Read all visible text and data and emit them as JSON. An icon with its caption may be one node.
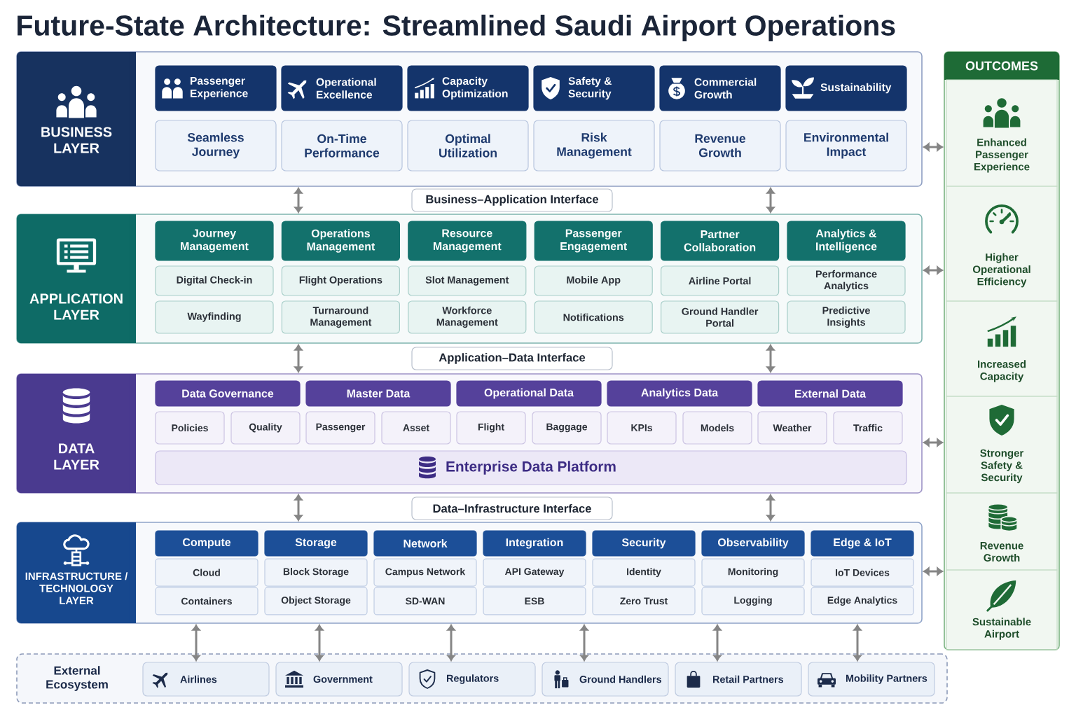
{
  "diagram": {
    "title": "Future-State Architecture: Streamlined Saudi Airport Operations",
    "nodes": [
      {
        "text": [
          "BUSINESS LAYER"
        ]
      },
      {
        "text": [
          "Passenger Experience"
        ],
        "in": 0
      },
      {
        "text": [
          "Operational Excellence"
        ],
        "in": 0
      },
      {
        "text": [
          "Capacity Optimization"
        ],
        "in": 0
      },
      {
        "text": [
          "Safety & Security"
        ],
        "in": 0
      },
      {
        "text": [
          "Commercial Growth"
        ],
        "in": 0
      },
      {
        "text": [
          "Sustainability"
        ],
        "in": 0
      },
      {
        "text": [
          "Seamless Journey"
        ],
        "in": 0
      },
      {
        "text": [
          "On-Time Performance"
        ],
        "in": 0
      },
      {
        "text": [
          "Optimal Utilization"
        ],
        "in": 0
      },
      {
        "text": [
          "Risk Management"
        ],
        "in": 0
      },
      {
        "text": [
          "Revenue Growth"
        ],
        "in": 0
      },
      {
        "text": [
          "Environmental Impact"
        ],
        "in": 0
      },
      {
        "text": [
          "Business–Application Interface"
        ]
      },
      {
        "text": [
          "APPLICATION LAYER"
        ]
      },
      {
        "text": [
          "Journey Management"
        ],
        "in": 14
      },
      {
        "text": [
          "Operations Management"
        ],
        "in": 14
      },
      {
        "text": [
          "Resource Management"
        ],
        "in": 14
      },
      {
        "text": [
          "Passenger Engagement"
        ],
        "in": 14
      },
      {
        "text": [
          "Partner Collaboration"
        ],
        "in": 14
      },
      {
        "text": [
          "Analytics & Intelligence"
        ],
        "in": 14
      },
      {
        "text": [
          "Digital Check-in"
        ],
        "in": 14
      },
      {
        "text": [
          "Flight Operations"
        ],
        "in": 14
      },
      {
        "text": [
          "Slot Management"
        ],
        "in": 14
      },
      {
        "text": [
          "Mobile App"
        ],
        "in": 14
      },
      {
        "text": [
          "Airline Portal"
        ],
        "in": 14
      },
      {
        "text": [
          "Performance Analytics"
        ],
        "in": 14
      },
      {
        "text": [
          "Wayfinding"
        ],
        "in": 14
      },
      {
        "text": [
          "Turnaround Management"
        ],
        "in": 14
      },
      {
        "text": [
          "Workforce Management"
        ],
        "in": 14
      },
      {
        "text": [
          "Notifications"
        ],
        "in": 14
      },
      {
        "text": [
          "Ground Handler Portal"
        ],
        "in": 14
      },
      {
        "text": [
          "Predictive Insights"
        ],
        "in": 14
      },
      {
        "text": [
          "Application–Data Interface"
        ]
      },
      {
        "text": [
          "DATA LAYER"
        ]
      },
      {
        "text": [
          "Data Governance"
        ],
        "in": 34
      },
      {
        "text": [
          "Master Data"
        ],
        "in": 34
      },
      {
        "text": [
          "Operational Data"
        ],
        "in": 34
      },
      {
        "text": [
          "Analytics Data"
        ],
        "in": 34
      },
      {
        "text": [
          "External Data"
        ],
        "in": 34
      },
      {
        "text": [
          "Policies"
        ],
        "in": 34
      },
      {
        "text": [
          "Quality"
        ],
        "in": 34
      },
      {
        "text": [
          "Passenger"
        ],
        "in": 34
      },
      {
        "text": [
          "Asset"
        ],
        "in": 34
      },
      {
        "text": [
          "Flight"
        ],
        "in": 34
      },
      {
        "text": [
          "Baggage"
        ],
        "in": 34
      },
      {
        "text": [
          "KPIs"
        ],
        "in": 34
      },
      {
        "text": [
          "Models"
        ],
        "in": 34
      },
      {
        "text": [
          "Weather"
        ],
        "in": 34
      },
      {
        "text": [
          "Traffic"
        ],
        "in": 34
      },
      {
        "text": [
          "Enterprise Data Platform"
        ],
        "in": 34
      },
      {
        "text": [
          "Data–Infrastructure Interface"
        ]
      },
      {
        "text": [
          "INFRASTRUCTURE / TECHNOLOGY LAYER"
        ]
      },
      {
        "text": [
          "Compute"
        ],
        "in": 52
      },
      {
        "text": [
          "Storage"
        ],
        "in": 52
      },
      {
        "text": [
          "Network"
        ],
        "in": 52
      },
      {
        "text": [
          "Integration"
        ],
        "in": 52
      },
      {
        "text": [
          "Security"
        ],
        "in": 52
      },
      {
        "text": [
          "Observability"
        ],
        "in": 52
      },
      {
        "text": [
          "Edge & IoT"
        ],
        "in": 52
      },
      {
        "text": [
          "Cloud"
        ],
        "in": 52
      },
      {
        "text": [
          "Block Storage"
        ],
        "in": 52
      },
      {
        "text": [
          "Campus Network"
        ],
        "in": 52
      },
      {
        "text": [
          "API Gateway"
        ],
        "in": 52
      },
      {
        "text": [
          "Identity"
        ],
        "in": 52
      },
      {
        "text": [
          "Monitoring"
        ],
        "in": 52
      },
      {
        "text": [
          "IoT Devices"
        ],
        "in": 52
      },
      {
        "text": [
          "Containers"
        ],
        "in": 52
      },
      {
        "text": [
          "Object Storage"
        ],
        "in": 52
      },
      {
        "text": [
          "SD-WAN"
        ],
        "in": 52
      },
      {
        "text": [
          "ESB"
        ],
        "in": 52
      },
      {
        "text": [
          "Zero Trust"
        ],
        "in": 52
      },
      {
        "text": [
          "Logging"
        ],
        "in": 52
      },
      {
        "text": [
          "Edge Analytics"
        ],
        "in": 52
      },
      {
        "text": [
          "External Ecosystem"
        ]
      },
      {
        "text": [
          "Airlines"
        ],
        "in": 74
      },
      {
        "text": [
          "Government"
        ],
        "in": 74
      },
      {
        "text": [
          "Regulators"
        ],
        "in": 74
      },
      {
        "text": [
          "Ground Handlers"
        ],
        "in": 74
      },
      {
        "text": [
          "Retail Partners"
        ],
        "in": 74
      },
      {
        "text": [
          "Mobility Partners"
        ],
        "in": 74
      },
      {
        "text": [
          "OUTCOMES"
        ]
      },
      {
        "text": [
          "Enhanced Passenger Experience"
        ],
        "in": 81
      },
      {
        "text": [
          "Higher Operational Efficiency"
        ],
        "in": 81
      },
      {
        "text": [
          "Increased Capacity"
        ],
        "in": 81
      },
      {
        "text": [
          "Stronger Safety & Security"
        ],
        "in": 81
      },
      {
        "text": [
          "Revenue Growth"
        ],
        "in": 81
      },
      {
        "text": [
          "Sustainable Airport"
        ],
        "in": 81
      }
    ],
    "edges": [
      {
        "from": 0,
        "to": 14,
        "arrow": "both"
      },
      {
        "from": 0,
        "to": 14,
        "arrow": "both"
      },
      {
        "from": 14,
        "to": 34,
        "arrow": "both"
      },
      {
        "from": 14,
        "to": 34,
        "arrow": "both"
      },
      {
        "from": 34,
        "to": 52,
        "arrow": "both"
      },
      {
        "from": 34,
        "to": 52,
        "arrow": "both"
      },
      {
        "from": 52,
        "to": 75,
        "arrow": "both"
      },
      {
        "from": 52,
        "to": 76,
        "arrow": "both"
      },
      {
        "from": 52,
        "to": 77,
        "arrow": "both"
      },
      {
        "from": 52,
        "to": 78,
        "arrow": "both"
      },
      {
        "from": 52,
        "to": 79,
        "arrow": "both"
      },
      {
        "from": 52,
        "to": 80,
        "arrow": "both"
      },
      {
        "from": 0,
        "to": 81,
        "arrow": "both"
      },
      {
        "from": 14,
        "to": 81,
        "arrow": "both"
      },
      {
        "from": 34,
        "to": 81,
        "arrow": "both"
      },
      {
        "from": 52,
        "to": 81,
        "arrow": "both"
      }
    ]
  }
}
